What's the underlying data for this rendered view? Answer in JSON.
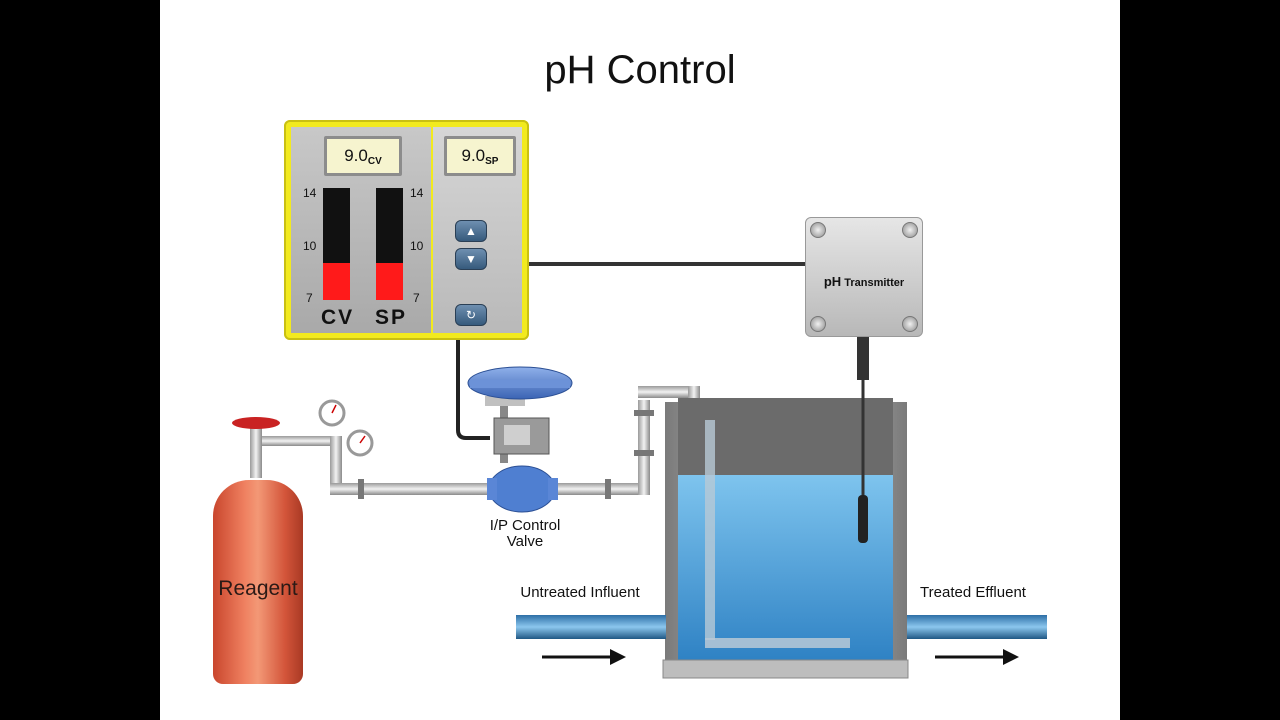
{
  "title": "pH Control",
  "controller": {
    "cv_display": {
      "value": "9.0",
      "unit": "CV"
    },
    "sp_display": {
      "value": "9.0",
      "unit": "SP"
    },
    "scale_ticks": [
      "14",
      "10",
      "7"
    ],
    "bars": [
      {
        "label": "CV",
        "value": 9.0
      },
      {
        "label": "SP",
        "value": 9.0
      }
    ],
    "scale_range": [
      7,
      14
    ],
    "buttons": {
      "up": "▲",
      "down": "▼",
      "reset": "↻"
    }
  },
  "transmitter": {
    "prefix": "pH",
    "label": "Transmitter"
  },
  "valve_label": {
    "line1": "I/P Control",
    "line2": "Valve"
  },
  "reagent_label": "Reagent",
  "influent_label": "Untreated Influent",
  "effluent_label": "Treated Effluent",
  "colors": {
    "controller_frame": "#f2ea1e",
    "bar_fill": "#ff1a1a",
    "water": "#4aa3dd",
    "reagent_tank": "#e8684a",
    "valve_actuator": "#4f7fd1"
  },
  "icons": [
    "up-arrow-icon",
    "down-arrow-icon",
    "reset-icon",
    "arrow-right-icon"
  ]
}
